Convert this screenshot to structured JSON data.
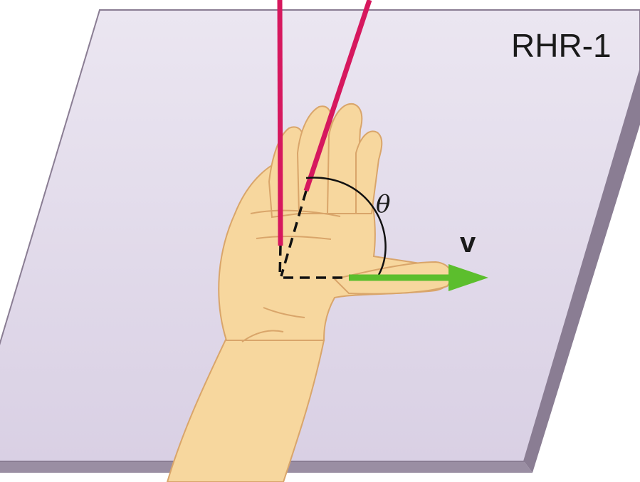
{
  "diagram": {
    "title": "RHR-1",
    "velocity_label": "v",
    "angle_label": "θ"
  },
  "colors": {
    "plane_fill": "#e3dcec",
    "plane_edge": "#8a7d93",
    "field_lines": "#d6185e",
    "velocity_arrow": "#5cbe2d",
    "hand_skin": "#f7d79e",
    "hand_outline": "#d9a56a"
  }
}
